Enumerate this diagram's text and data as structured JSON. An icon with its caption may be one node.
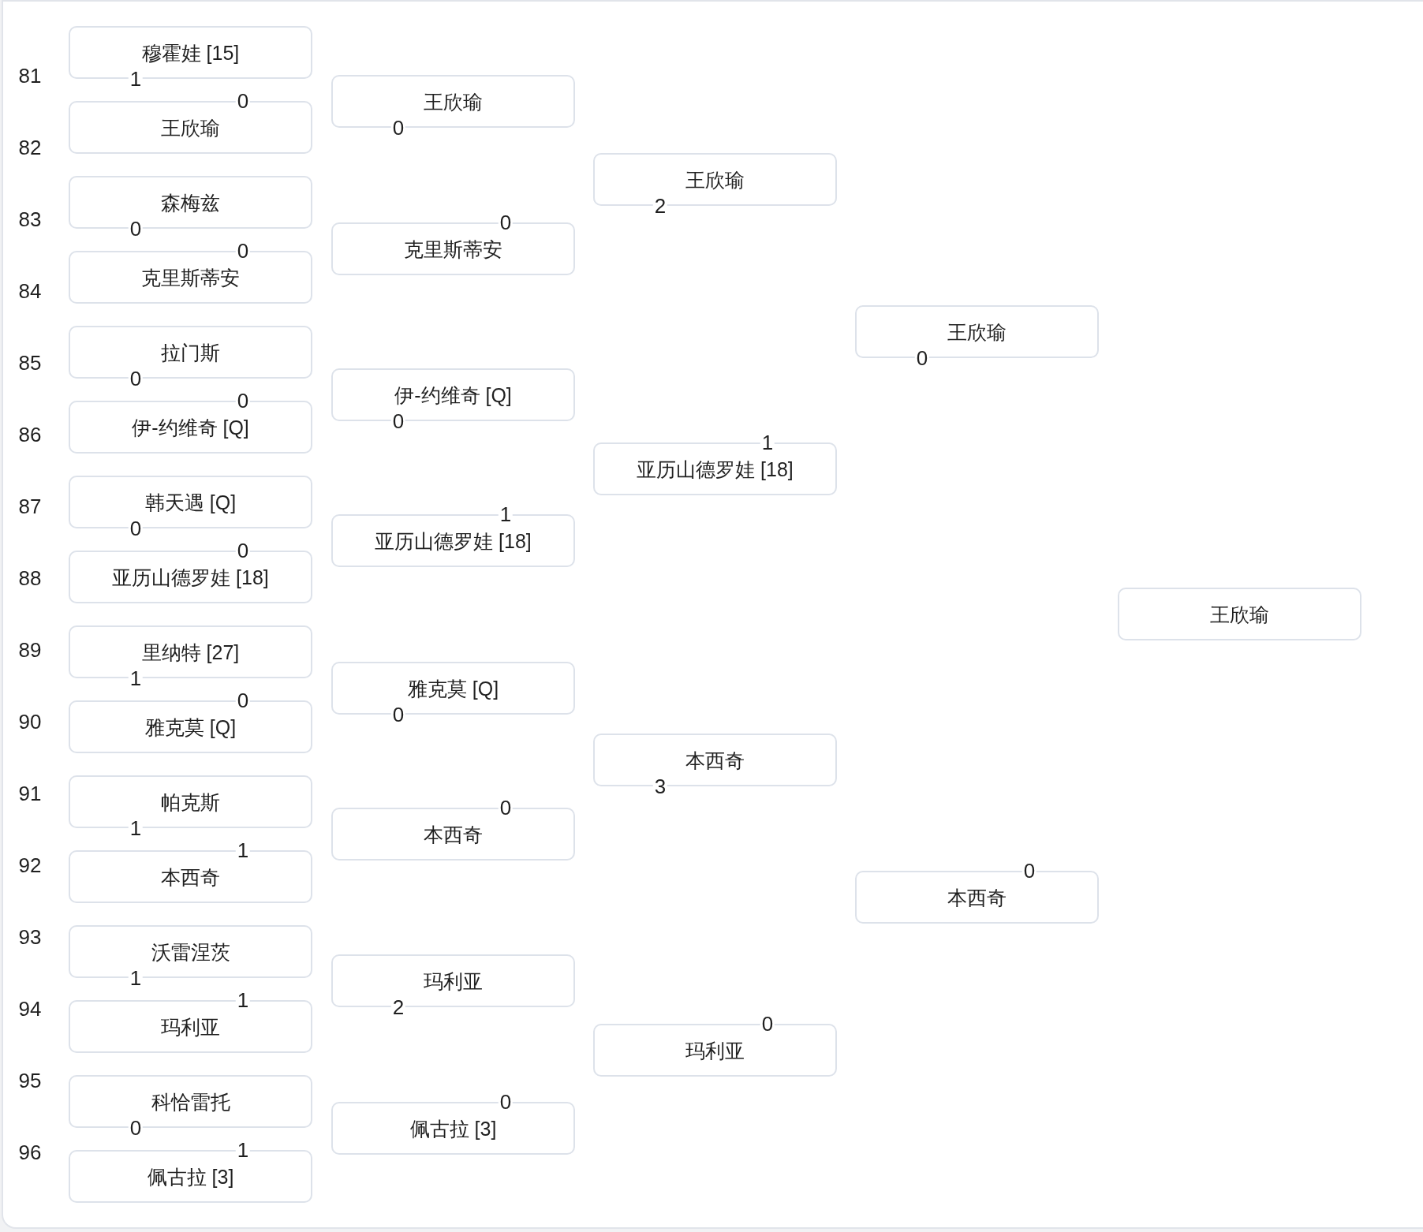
{
  "diagram": {
    "nodes": [
      {
        "text": [
          "穆霍娃 [15]"
        ],
        "beside": [
          "1"
        ]
      },
      {
        "text": [
          "王欣瑜"
        ],
        "beside": [
          "0"
        ]
      },
      {
        "text": [
          "森梅兹"
        ],
        "beside": [
          "0"
        ]
      },
      {
        "text": [
          "克里斯蒂安"
        ],
        "beside": [
          "0"
        ]
      },
      {
        "text": [
          "拉门斯"
        ],
        "beside": [
          "0"
        ]
      },
      {
        "text": [
          "伊-约维奇 [Q]"
        ],
        "beside": [
          "0"
        ]
      },
      {
        "text": [
          "韩天遇 [Q]"
        ],
        "beside": [
          "0"
        ]
      },
      {
        "text": [
          "亚历山德罗娃 [18]"
        ],
        "beside": [
          "0"
        ]
      },
      {
        "text": [
          "里纳特 [27]"
        ],
        "beside": [
          "1"
        ]
      },
      {
        "text": [
          "雅克莫 [Q]"
        ],
        "beside": [
          "0"
        ]
      },
      {
        "text": [
          "帕克斯"
        ],
        "beside": [
          "1"
        ]
      },
      {
        "text": [
          "本西奇"
        ],
        "beside": [
          "1"
        ]
      },
      {
        "text": [
          "沃雷涅茨"
        ],
        "beside": [
          "1"
        ]
      },
      {
        "text": [
          "玛利亚"
        ],
        "beside": [
          "1"
        ]
      },
      {
        "text": [
          "科恰雷托"
        ],
        "beside": [
          "0"
        ]
      },
      {
        "text": [
          "佩古拉 [3]"
        ],
        "beside": [
          "1"
        ]
      },
      {
        "text": [
          "王欣瑜"
        ],
        "beside": [
          "0"
        ]
      },
      {
        "text": [
          "克里斯蒂安"
        ],
        "beside": [
          "0"
        ]
      },
      {
        "text": [
          "伊-约维奇 [Q]"
        ],
        "beside": [
          "0"
        ]
      },
      {
        "text": [
          "亚历山德罗娃 [18]"
        ],
        "beside": [
          "1"
        ]
      },
      {
        "text": [
          "雅克莫 [Q]"
        ],
        "beside": [
          "0"
        ]
      },
      {
        "text": [
          "本西奇"
        ],
        "beside": [
          "0"
        ]
      },
      {
        "text": [
          "玛利亚"
        ],
        "beside": [
          "2"
        ]
      },
      {
        "text": [
          "佩古拉 [3]"
        ],
        "beside": [
          "0"
        ]
      },
      {
        "text": [
          "王欣瑜"
        ],
        "beside": [
          "2"
        ]
      },
      {
        "text": [
          "亚历山德罗娃 [18]"
        ],
        "beside": [
          "1"
        ]
      },
      {
        "text": [
          "本西奇"
        ],
        "beside": [
          "3"
        ]
      },
      {
        "text": [
          "玛利亚"
        ],
        "beside": [
          "0"
        ]
      },
      {
        "text": [
          "王欣瑜"
        ],
        "beside": [
          "0"
        ]
      },
      {
        "text": [
          "本西奇"
        ],
        "beside": [
          "0"
        ]
      },
      {
        "text": [
          "王欣瑜"
        ]
      }
    ],
    "labels": [
      "81",
      "82",
      "83",
      "84",
      "85",
      "86",
      "87",
      "88",
      "89",
      "90",
      "91",
      "92",
      "93",
      "94",
      "95",
      "96"
    ]
  }
}
